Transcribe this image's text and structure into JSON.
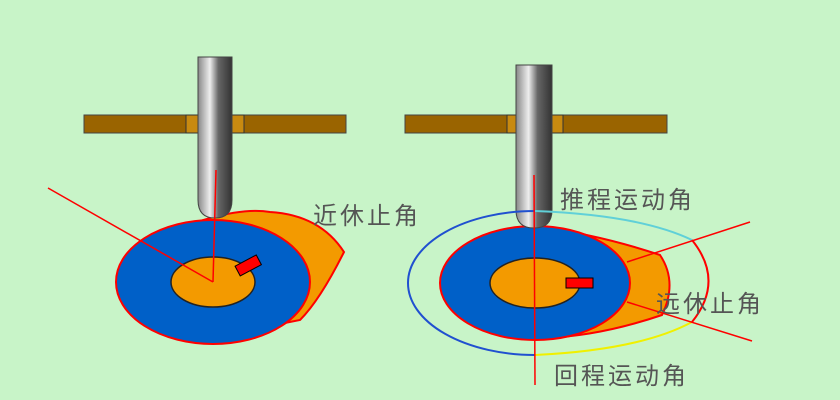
{
  "labels": {
    "left_dwell_near": "近休止角",
    "rise_angle": "推程运动角",
    "dwell_far": "远休止角",
    "return_angle": "回程运动角"
  },
  "colors": {
    "background": "#c8f4c8",
    "cam_base": "#0060c8",
    "cam_lobe": "#f39a00",
    "guide": "#9a6400",
    "lines": "#ff0000"
  }
}
